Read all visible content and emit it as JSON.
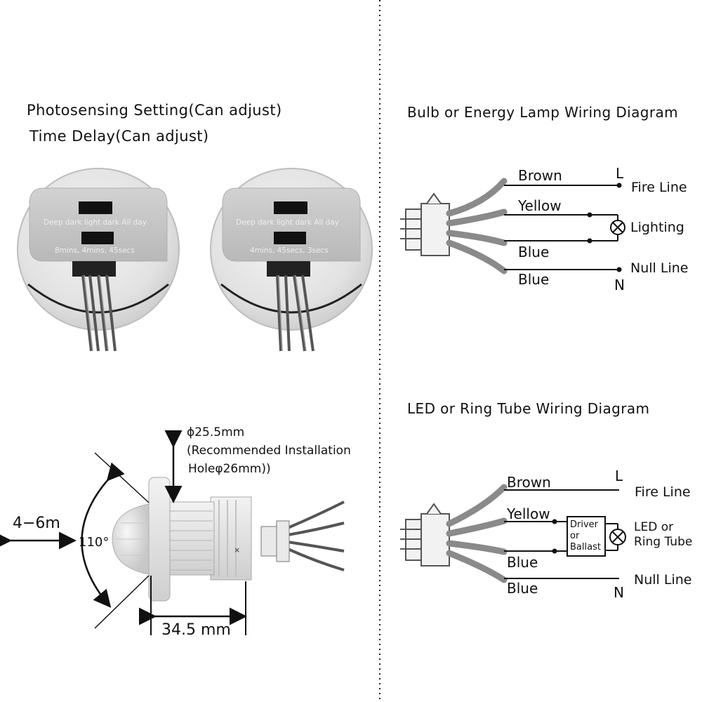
{
  "left_top": {
    "title_line1": "Photosensing Setting(Can adjust)",
    "title_line2": "Time Delay(Can adjust)",
    "sensor_a": {
      "light_labels": "Deep dark  light dark  All day",
      "time_labels": "8mins,  4mins,  45secs"
    },
    "sensor_b": {
      "light_labels": "Deep dark  light dark  All day",
      "time_labels": "4mins,  45secs,  3secs"
    }
  },
  "left_bottom": {
    "diameter_label": "ϕ25.5mm",
    "recommend_line1": "(Recommended Installation",
    "recommend_line2": "Holeφ26mm))",
    "range_label": "4−6m",
    "angle_label": "110°",
    "depth_label": "34.5 mm"
  },
  "bulb_diagram": {
    "title": "Bulb or Energy Lamp Wiring Diagram",
    "wire_brown": "Brown",
    "wire_yellow": "Yellow",
    "wire_blue1": "Blue",
    "wire_blue2": "Blue",
    "terminal_L": "L",
    "terminal_N": "N",
    "fire_line": "Fire Line",
    "lighting": "Lighting",
    "null_line": "Null Line"
  },
  "led_diagram": {
    "title": "LED or Ring Tube Wiring Diagram",
    "wire_brown": "Brown",
    "wire_yellow": "Yellow",
    "wire_blue1": "Blue",
    "wire_blue2": "Blue",
    "terminal_L": "L",
    "terminal_N": "N",
    "fire_line": "Fire Line",
    "driver_line1": "Driver",
    "driver_line2": "or",
    "driver_line3": "Ballast",
    "led_line1": "LED or",
    "led_line2": "Ring Tube",
    "null_line": "Null Line"
  }
}
